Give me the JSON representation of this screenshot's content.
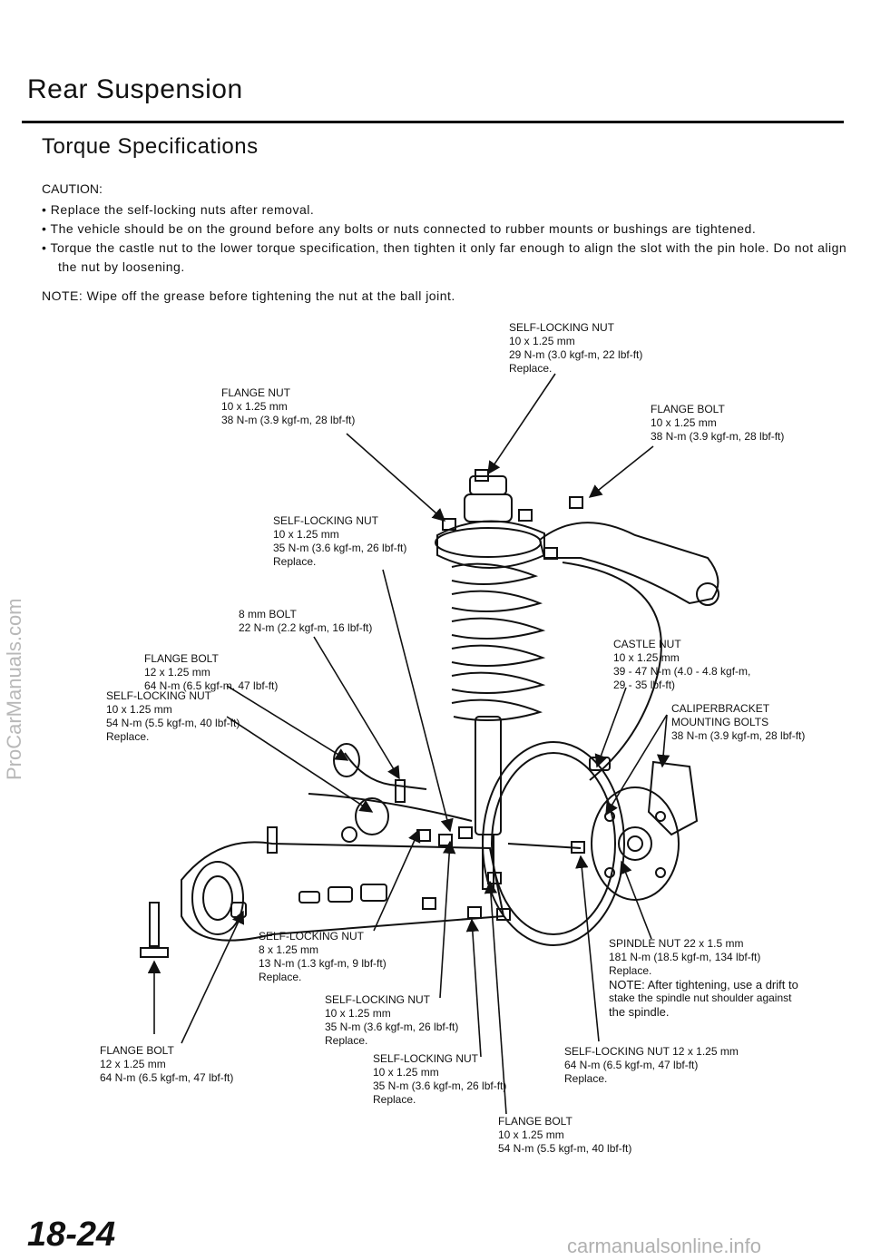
{
  "header": {
    "title": "Rear Suspension",
    "subtitle": "Torque Specifications"
  },
  "caution": {
    "heading": "CAUTION:",
    "items": [
      "• Replace the self-locking nuts after removal.",
      "• The vehicle should be on the ground before any bolts or nuts connected to rubber mounts or bushings are tightened.",
      "• Torque the castle nut to the lower torque specification, then tighten it only far enough to align the slot with the pin hole. Do not align the nut by loosening."
    ]
  },
  "note": "NOTE:  Wipe off the grease before tightening the nut at the ball joint.",
  "callouts": {
    "c1": [
      "SELF-LOCKING NUT",
      "10 x 1.25 mm",
      "29 N-m (3.0 kgf-m, 22 lbf-ft)",
      "Replace."
    ],
    "c2": [
      "FLANGE NUT",
      "10 x 1.25 mm",
      "38 N-m (3.9 kgf-m, 28 lbf-ft)"
    ],
    "c3": [
      "FLANGE BOLT",
      "10 x 1.25 mm",
      "38 N-m (3.9 kgf-m, 28 lbf-ft)"
    ],
    "c4": [
      "SELF-LOCKING NUT",
      "10 x 1.25 mm",
      "35 N-m (3.6 kgf-m, 26 lbf-ft)",
      "Replace."
    ],
    "c5": [
      "8 mm BOLT",
      "22 N-m (2.2 kgf-m, 16 lbf-ft)"
    ],
    "c6": [
      "FLANGE BOLT",
      "12 x 1.25 mm",
      "64 N-m (6.5 kgf-m, 47 lbf-ft)"
    ],
    "c7": [
      "CASTLE NUT",
      "10 x 1.25 mm",
      "39 - 47 N-m (4.0 - 4.8 kgf-m,",
      "29 - 35 lbf-ft)"
    ],
    "c8": [
      "CALIPERBRACKET",
      "MOUNTING  BOLTS",
      "38 N-m (3.9 kgf-m, 28 lbf-ft)"
    ],
    "c9": [
      "SELF-LOCKING NUT",
      "10 x 1.25 mm",
      "54 N-m (5.5 kgf-m, 40 lbf-ft)",
      "Replace."
    ],
    "c10": [
      "SELF-LOCKING NUT",
      "8 x 1.25 mm",
      "13 N-m (1.3 kgf-m, 9 lbf-ft)",
      "Replace."
    ],
    "c11": [
      "SPINDLE NUT 22 x 1.5 mm",
      "181 N-m (18.5 kgf-m, 134 lbf-ft)",
      "Replace.",
      "NOTE: After tightening, use a drift to",
      "stake the spindle nut shoulder against",
      "the spindle."
    ],
    "c12": [
      "SELF-LOCKING NUT",
      "10 x 1.25 mm",
      "35 N-m (3.6 kgf-m, 26 lbf-ft)",
      "Replace."
    ],
    "c13": [
      "SELF-LOCKING NUT",
      "10 x 1.25 mm",
      "35 N-m (3.6 kgf-m, 26 lbf-ft)",
      "Replace."
    ],
    "c14": [
      "SELF-LOCKING NUT 12 x 1.25 mm",
      "64 N-m (6.5 kgf-m, 47 lbf-ft)",
      "Replace."
    ],
    "c15": [
      "FLANGE BOLT",
      "12 x 1.25 mm",
      "64 N-m (6.5 kgf-m, 47 lbf-ft)"
    ],
    "c16": [
      "FLANGE BOLT",
      "10 x 1.25 mm",
      "54 N-m (5.5 kgf-m, 40 lbf-ft)"
    ]
  },
  "page_number": "18-24",
  "watermark": "ProCarManuals.com",
  "footer_site": "carmanualsonline.info"
}
